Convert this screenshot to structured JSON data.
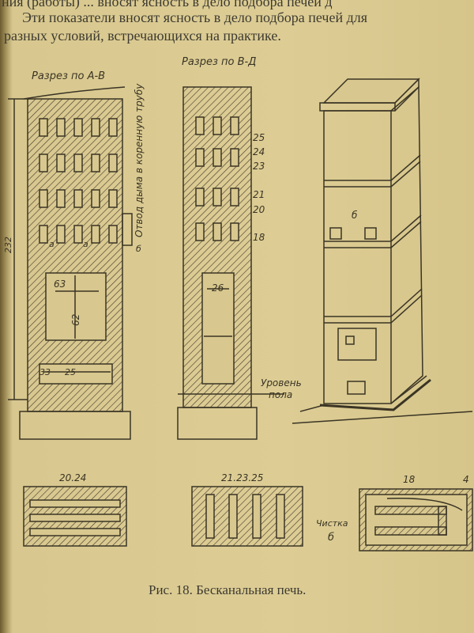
{
  "text_lines": [
    "ния (работы) ... вносят ясность в дело подбора печей д",
    "Эти показатели вносят ясность в дело подбора печей для",
    "разных условий, встречающихся на практике."
  ],
  "figure": {
    "section_ab_label": "Разрез по А-В",
    "section_bd_label": "Разрез по В-Д",
    "smoke_label": "Отвод дыма в коренную трубу",
    "height_dim": "232",
    "dims_ab": {
      "width": "63",
      "height": "62",
      "d1": "33",
      "d2": "25",
      "a1": "а",
      "a2": "а",
      "side": "б"
    },
    "rows_bd": [
      "25",
      "24",
      "23",
      "21",
      "20",
      "18"
    ],
    "dim_bd": "26",
    "floor_label": [
      "Уровень",
      "пола"
    ],
    "stove_label": "б",
    "plan_labels": [
      "20.24",
      "21.23.25",
      "18"
    ],
    "plan_18_labels": [
      "Чистка",
      "б",
      "4"
    ]
  },
  "caption": "Рис. 18. Бесканальная печь."
}
